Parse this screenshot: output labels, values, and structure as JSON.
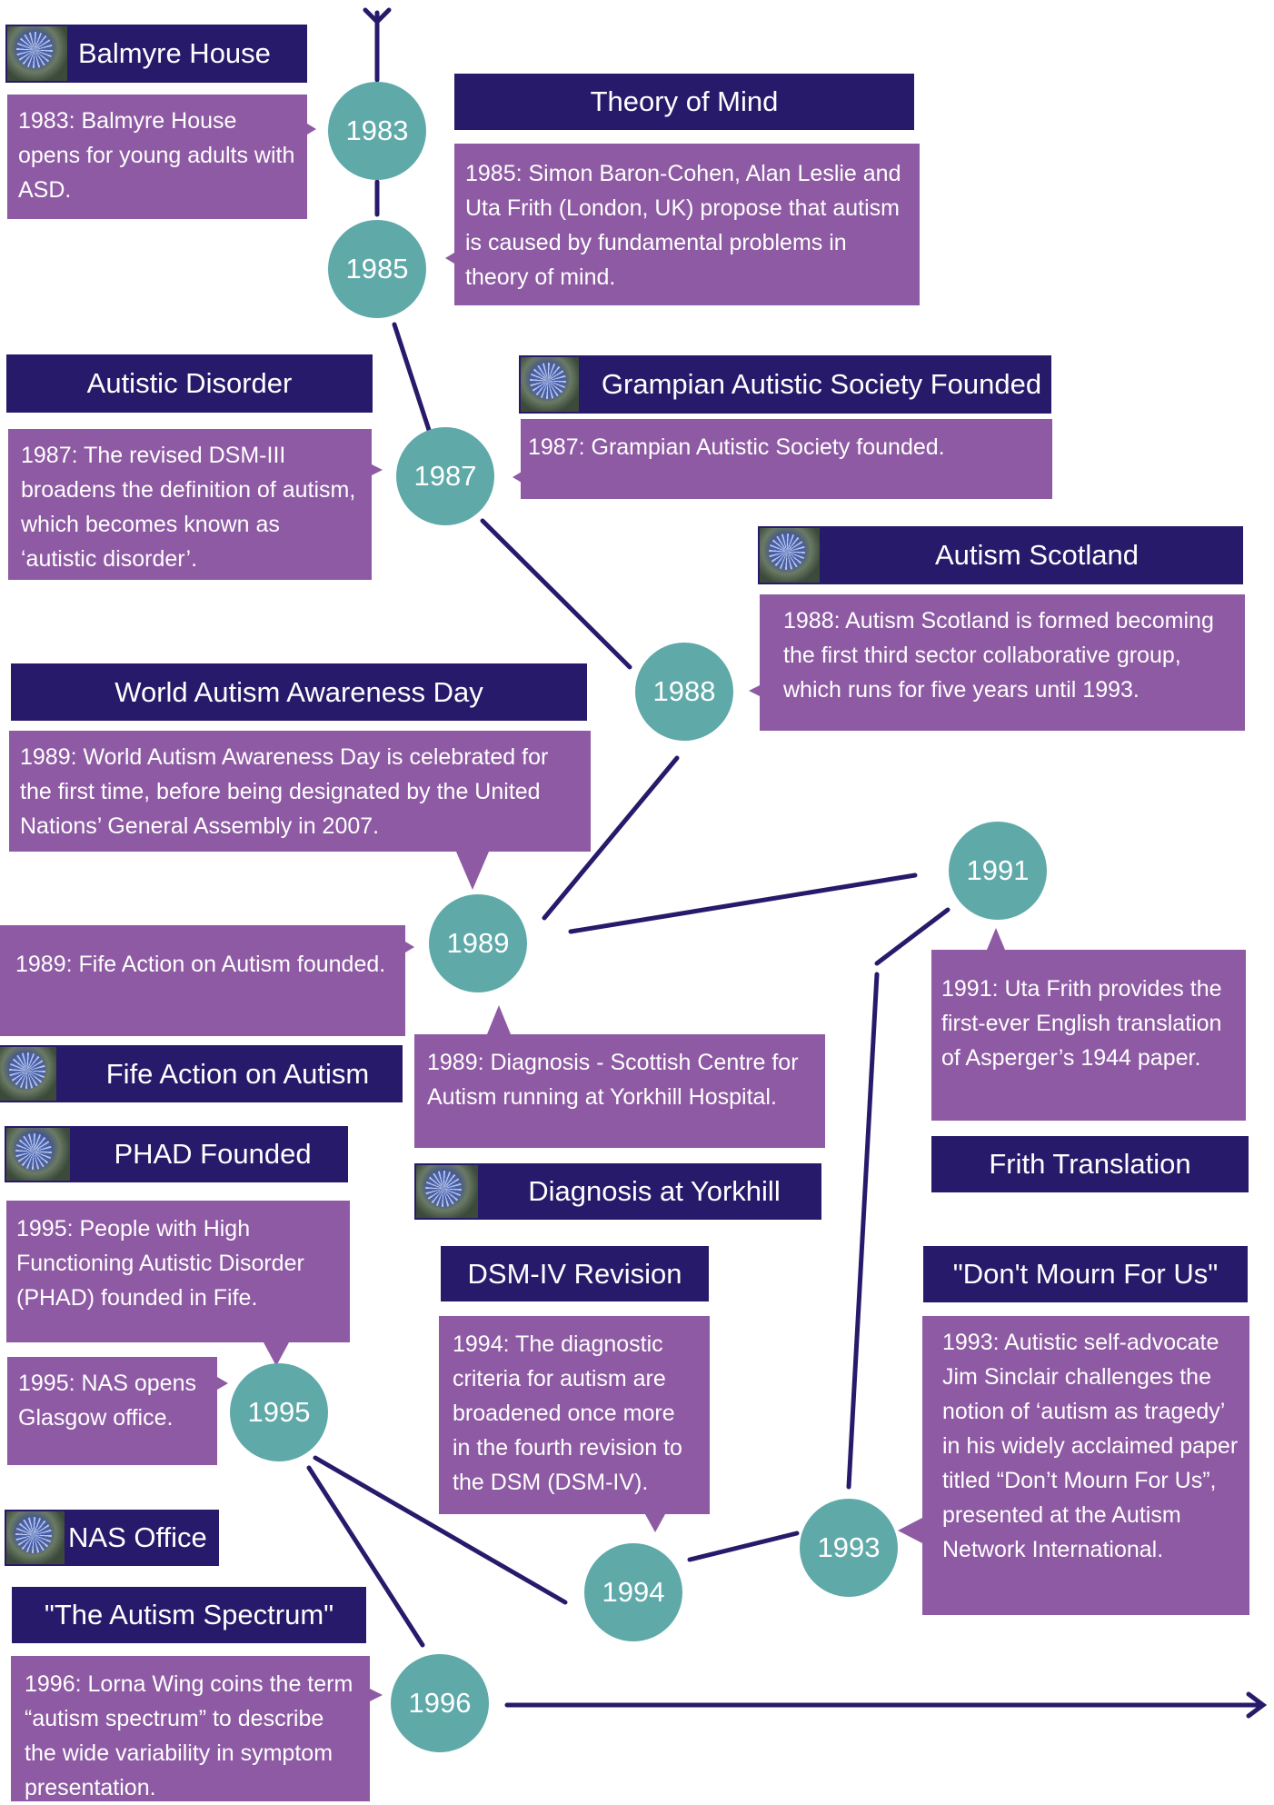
{
  "colors": {
    "title_bg": "#281a6b",
    "box_bg": "#8e5aa3",
    "circle_bg": "#5fa9a9",
    "line": "#281a6b",
    "text": "#ffffff"
  },
  "icons": {
    "thumbnail": "sea-holly-thistle-photo-icon",
    "arrow_end": "arrow-right-icon",
    "arrow_start": "chevron-down-icon"
  },
  "years": {
    "y1983": "1983",
    "y1985": "1985",
    "y1987": "1987",
    "y1988": "1988",
    "y1989": "1989",
    "y1991": "1991",
    "y1993": "1993",
    "y1994": "1994",
    "y1995": "1995",
    "y1996": "1996"
  },
  "events": {
    "balmyre": {
      "title": "Balmyre House",
      "text": "1983: Balmyre House opens for young adults with ASD."
    },
    "theory": {
      "title": "Theory of Mind",
      "text": "1985: Simon Baron-Cohen, Alan Leslie and Uta Frith (London, UK) propose that autism is caused by fundamental problems in theory of mind."
    },
    "autistic_disorder": {
      "title": "Autistic Disorder",
      "text": "1987: The revised DSM-III broadens the definition of autism, which becomes known as ‘autistic disorder’."
    },
    "grampian": {
      "title": "Grampian Autistic Society Founded",
      "text": "1987: Grampian Autistic Society founded."
    },
    "scotland": {
      "title": "Autism Scotland",
      "text": "1988: Autism Scotland is formed becoming the first third sector collaborative group, which runs for five years until 1993."
    },
    "awareness": {
      "title": "World Autism Awareness Day",
      "text": "1989: World Autism Awareness Day is celebrated for the first time, before being designated by the United Nations’ General Assembly in 2007."
    },
    "fife": {
      "title": "Fife Action on Autism",
      "text": "1989: Fife Action on Autism founded."
    },
    "yorkhill": {
      "title": "Diagnosis at Yorkhill",
      "text": "1989: Diagnosis - Scottish Centre for Autism running at Yorkhill Hospital."
    },
    "frith": {
      "title": "Frith Translation",
      "text": "1991: Uta Frith provides the first-ever English translation of Asperger’s 1944 paper."
    },
    "phad": {
      "title": "PHAD Founded",
      "text": "1995: People with High Functioning Autistic Disorder (PHAD) founded in Fife."
    },
    "nas": {
      "title": "NAS Office",
      "text": "1995: NAS opens Glasgow office."
    },
    "dsm4": {
      "title": "DSM-IV Revision",
      "text": "1994: The diagnostic criteria for autism are broadened once more in the fourth revision to the DSM (DSM-IV)."
    },
    "mourn": {
      "title": "\"Don't Mourn For Us\"",
      "text": "1993: Autistic self-advocate Jim Sinclair challenges the notion of ‘autism as tragedy’ in his widely acclaimed paper titled “Don’t Mourn For Us”, presented at the Autism Network International."
    },
    "spectrum": {
      "title": "\"The Autism Spectrum\"",
      "text": "1996: Lorna Wing coins the term “autism spectrum” to describe the wide variability in symptom presentation."
    }
  }
}
